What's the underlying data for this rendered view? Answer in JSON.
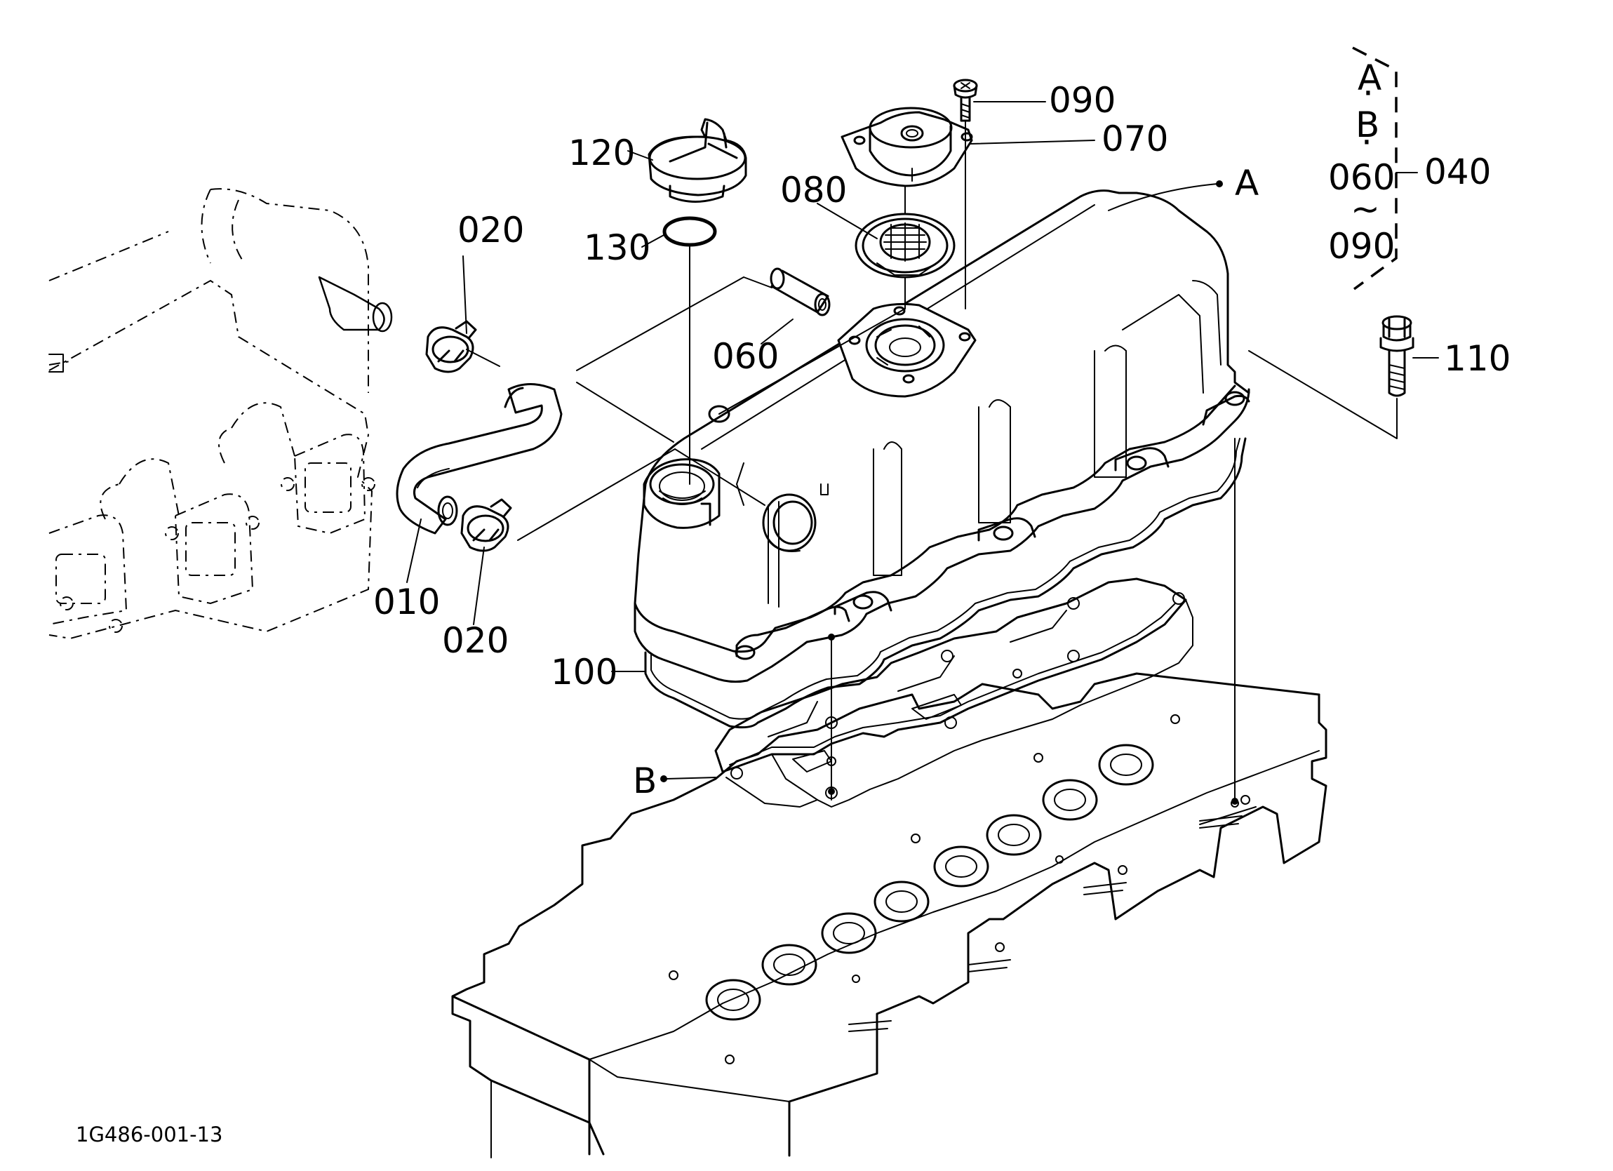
{
  "labels": {
    "l010": "010",
    "l020a": "020",
    "l020b": "020",
    "l040": "040",
    "l060": "060",
    "l070": "070",
    "l080": "080",
    "l090": "090",
    "l100": "100",
    "l110": "110",
    "l120": "120",
    "l130": "130",
    "refA": "A",
    "refB": "B"
  },
  "group_bracket": {
    "a": "A",
    "dot1": "·",
    "b": "B",
    "dot2": "·",
    "from": "060",
    "tilde": "~",
    "to": "090"
  },
  "drawing_code": "1G486-001-13"
}
